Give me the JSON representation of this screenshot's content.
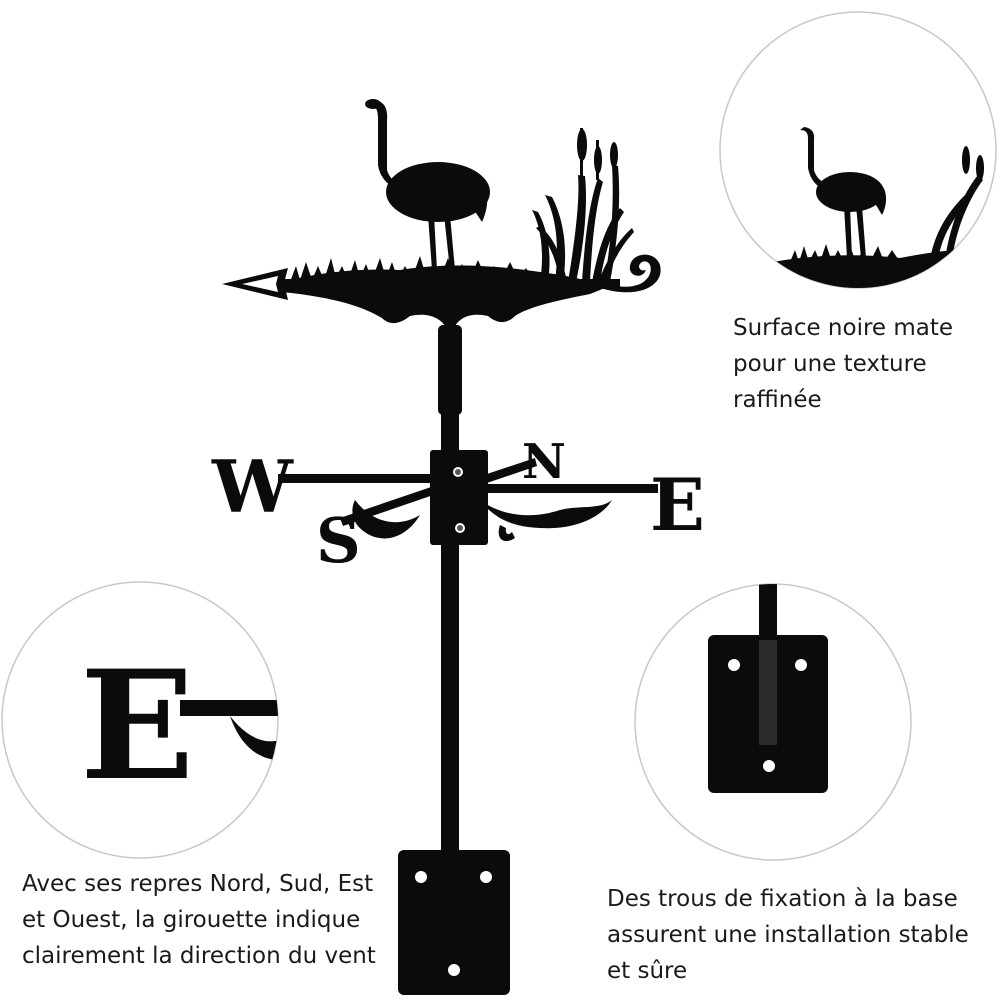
{
  "compass": {
    "west": "W",
    "east": "E",
    "north": "N",
    "south": "S",
    "detail_letter": "E"
  },
  "captions": {
    "finish": [
      "Surface noire mate",
      "pour une texture",
      "raffinée"
    ],
    "directions": [
      "Avec ses repres Nord, Sud, Est",
      "et Ouest, la girouette indique",
      "clairement la direction du vent"
    ],
    "mounting": [
      "Des trous de fixation à la base",
      "assurent une installation stable",
      "et sûre"
    ]
  },
  "colors": {
    "metal": "#0b0b0b",
    "circle_border": "#c8c8c8",
    "background": "#ffffff"
  }
}
